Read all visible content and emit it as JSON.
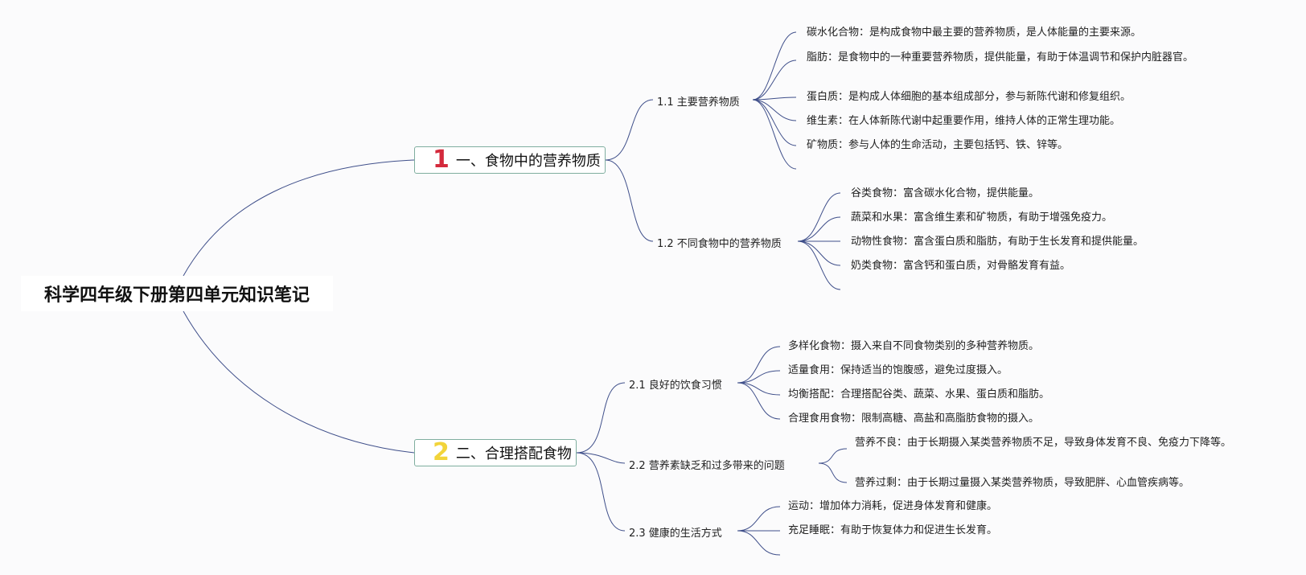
{
  "root": {
    "title": "科学四年级下册第四单元知识笔记"
  },
  "branches": [
    {
      "number": "1",
      "number_color": "#d42a3c",
      "title": "一、食物中的营养物质",
      "subs": [
        {
          "title": "1.1 主要营养物质",
          "leaves": [
            "碳水化合物：是构成食物中最主要的营养物质，是人体能量的主要来源。",
            "脂肪：是食物中的一种重要营养物质，提供能量，有助于体温调节和保护内脏器官。",
            "蛋白质：是构成人体细胞的基本组成部分，参与新陈代谢和修复组织。",
            "维生素：在人体新陈代谢中起重要作用，维持人体的正常生理功能。",
            "矿物质：参与人体的生命活动，主要包括钙、铁、锌等。"
          ]
        },
        {
          "title": "1.2 不同食物中的营养物质",
          "leaves": [
            "谷类食物：富含碳水化合物，提供能量。",
            "蔬菜和水果：富含维生素和矿物质，有助于增强免疫力。",
            "动物性食物：富含蛋白质和脂肪，有助于生长发育和提供能量。",
            "奶类食物：富含钙和蛋白质，对骨骼发育有益。"
          ]
        }
      ]
    },
    {
      "number": "2",
      "number_color": "#f2d43a",
      "title": "二、合理搭配食物",
      "subs": [
        {
          "title": "2.1 良好的饮食习惯",
          "leaves": [
            "多样化食物：摄入来自不同食物类别的多种营养物质。",
            "适量食用：保持适当的饱腹感，避免过度摄入。",
            "均衡搭配：合理搭配谷类、蔬菜、水果、蛋白质和脂肪。",
            "合理食用食物：限制高糖、高盐和高脂肪食物的摄入。"
          ]
        },
        {
          "title": "2.2 营养素缺乏和过多带来的问题",
          "leaves": [
            "营养不良：由于长期摄入某类营养物质不足，导致身体发育不良、免疫力下降等。",
            "营养过剩：由于长期过量摄入某类营养物质，导致肥胖、心血管疾病等。"
          ]
        },
        {
          "title": "2.3 健康的生活方式",
          "leaves": [
            "运动：增加体力消耗，促进身体发育和健康。",
            "充足睡眠：有助于恢复体力和促进生长发育。"
          ]
        }
      ]
    }
  ]
}
